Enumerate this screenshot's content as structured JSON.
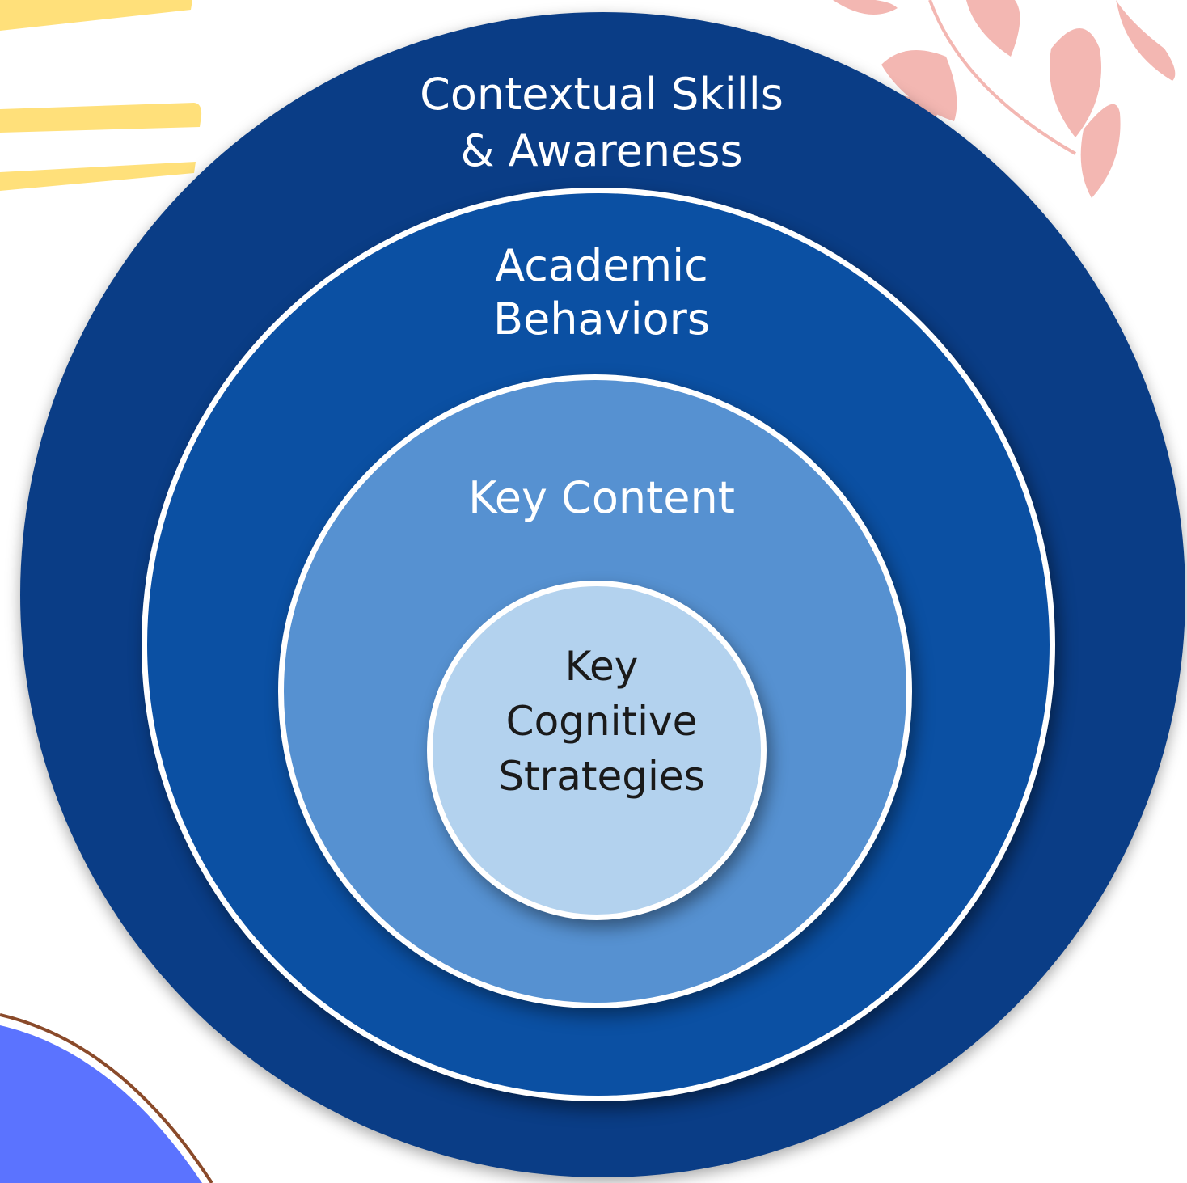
{
  "diagram": {
    "rings": [
      {
        "id": "outer",
        "label": "Contextual Skills\n& Awareness",
        "fill": "#0a3d86"
      },
      {
        "id": "academic",
        "label": "Academic\nBehaviors",
        "fill": "#0b50a3"
      },
      {
        "id": "content",
        "label": "Key Content",
        "fill": "#5691d1"
      },
      {
        "id": "core",
        "label": "Key\nCognitive\nStrategies",
        "fill": "#b3d2ee"
      }
    ]
  },
  "decorations": {
    "stripes_color": "#ffe07a",
    "leaves_color": "#f3b7b2",
    "blob_color": "#5b73ff",
    "blob_outline_color": "#8a4a2a"
  }
}
